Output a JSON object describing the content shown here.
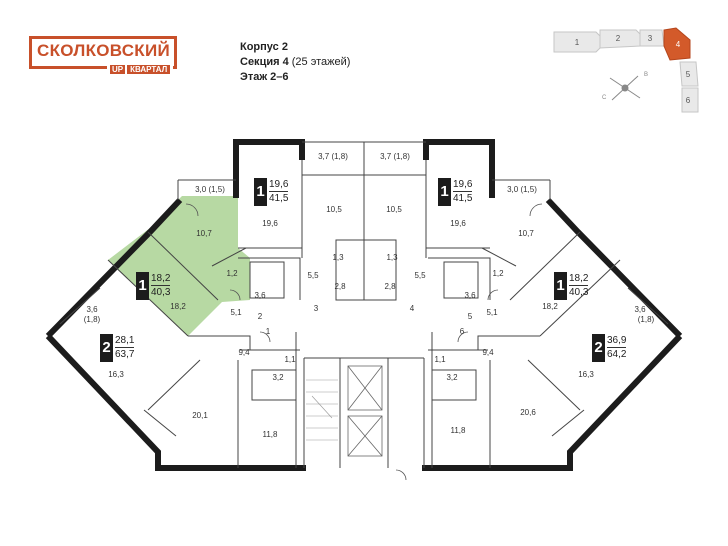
{
  "brand": {
    "name": "СКОЛКОВСКИЙ",
    "up": "UP",
    "kvartal": "КВАРТАЛ",
    "color": "#c8502a"
  },
  "info": {
    "korpus": "Корпус 2",
    "section_label": "Секция 4",
    "section_floors": "(25 этажей)",
    "floors": "Этаж 2–6"
  },
  "mini_map": {
    "sections": [
      "1",
      "2",
      "3",
      "4",
      "5",
      "6"
    ],
    "highlighted": "4",
    "compass": "compass-icon"
  },
  "highlight_color": "#b7d9a3",
  "apartments": [
    {
      "rooms": "1",
      "living": "19,6",
      "total": "41,5"
    },
    {
      "rooms": "1",
      "living": "19,6",
      "total": "41,5"
    },
    {
      "rooms": "1",
      "living": "18,2",
      "total": "40,3"
    },
    {
      "rooms": "1",
      "living": "18,2",
      "total": "40,3"
    },
    {
      "rooms": "2",
      "living": "28,1",
      "total": "63,7"
    },
    {
      "rooms": "2",
      "living": "36,9",
      "total": "64,2"
    }
  ],
  "room_labels": [
    "3,7 (1,8)",
    "3,7 (1,8)",
    "3,0 (1,5)",
    "3,0 (1,5)",
    "10,7",
    "10,7",
    "19,6",
    "19,6",
    "10,5",
    "10,5",
    "1,3",
    "1,3",
    "5,5",
    "5,5",
    "2,8",
    "2,8",
    "1,2",
    "1,2",
    "3,6",
    "3,6",
    "3,6",
    "(1,8)",
    "3,6",
    "(1,8)",
    "18,2",
    "18,2",
    "5,1",
    "5,1",
    "2",
    "3",
    "4",
    "5",
    "6",
    "1",
    "9,4",
    "9,4",
    "1,1",
    "1,1",
    "3,2",
    "3,2",
    "16,3",
    "16,3",
    "20,1",
    "20,6",
    "11,8",
    "11,8"
  ]
}
